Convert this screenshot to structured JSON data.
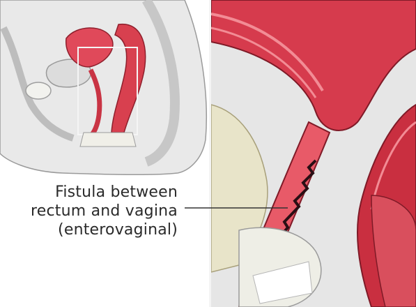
{
  "label": {
    "line1": "Fistula between",
    "line2": "rectum and vagina",
    "line3": "(enterovaginal)"
  }
}
